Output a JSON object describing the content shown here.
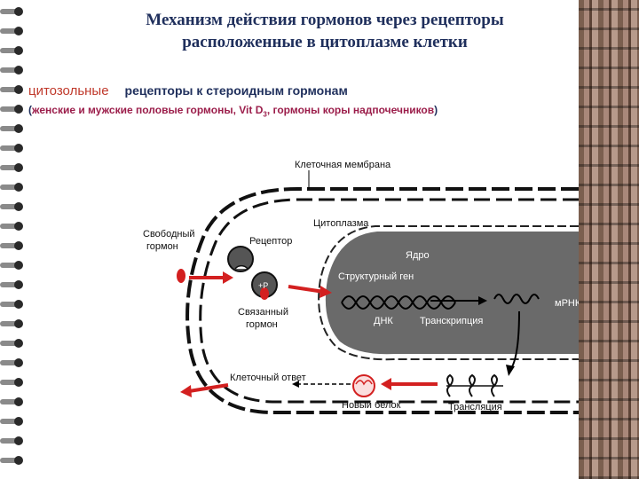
{
  "slide": {
    "title_line1": "Механизм действия гормонов через рецепторы",
    "title_line2": "расположенные в цитоплазме клетки",
    "keyword": "цитозольные",
    "subtitle_rest": "рецепторы к стероидным гормонам",
    "examples_open": "(",
    "examples_a": "женские и мужские половые гормоны, Vit D",
    "examples_sub": "3",
    "examples_b": ", гормоны коры надпочечников",
    "examples_close": ")"
  },
  "diagram": {
    "cell_membrane": "Клеточная мембрана",
    "cytoplasm": "Цитоплазма",
    "free_hormone_1": "Свободный",
    "free_hormone_2": "гормон",
    "receptor": "Рецептор",
    "bound_symbol": "+P",
    "bound_hormone_1": "Связанный",
    "bound_hormone_2": "гормон",
    "nucleus": "Ядро",
    "structural_gene": "Структурный ген",
    "dna": "ДНК",
    "transcription": "Транскрипция",
    "mrna": "мРНК",
    "cell_response": "Клеточный ответ",
    "new_protein": "Новый белок",
    "translation": "Трансляция"
  },
  "colors": {
    "title": "#1f2f5c",
    "keyword": "#c0392b",
    "examples": "#9b1d4a",
    "arrow": "#d32020",
    "hormone": "#d32020"
  }
}
